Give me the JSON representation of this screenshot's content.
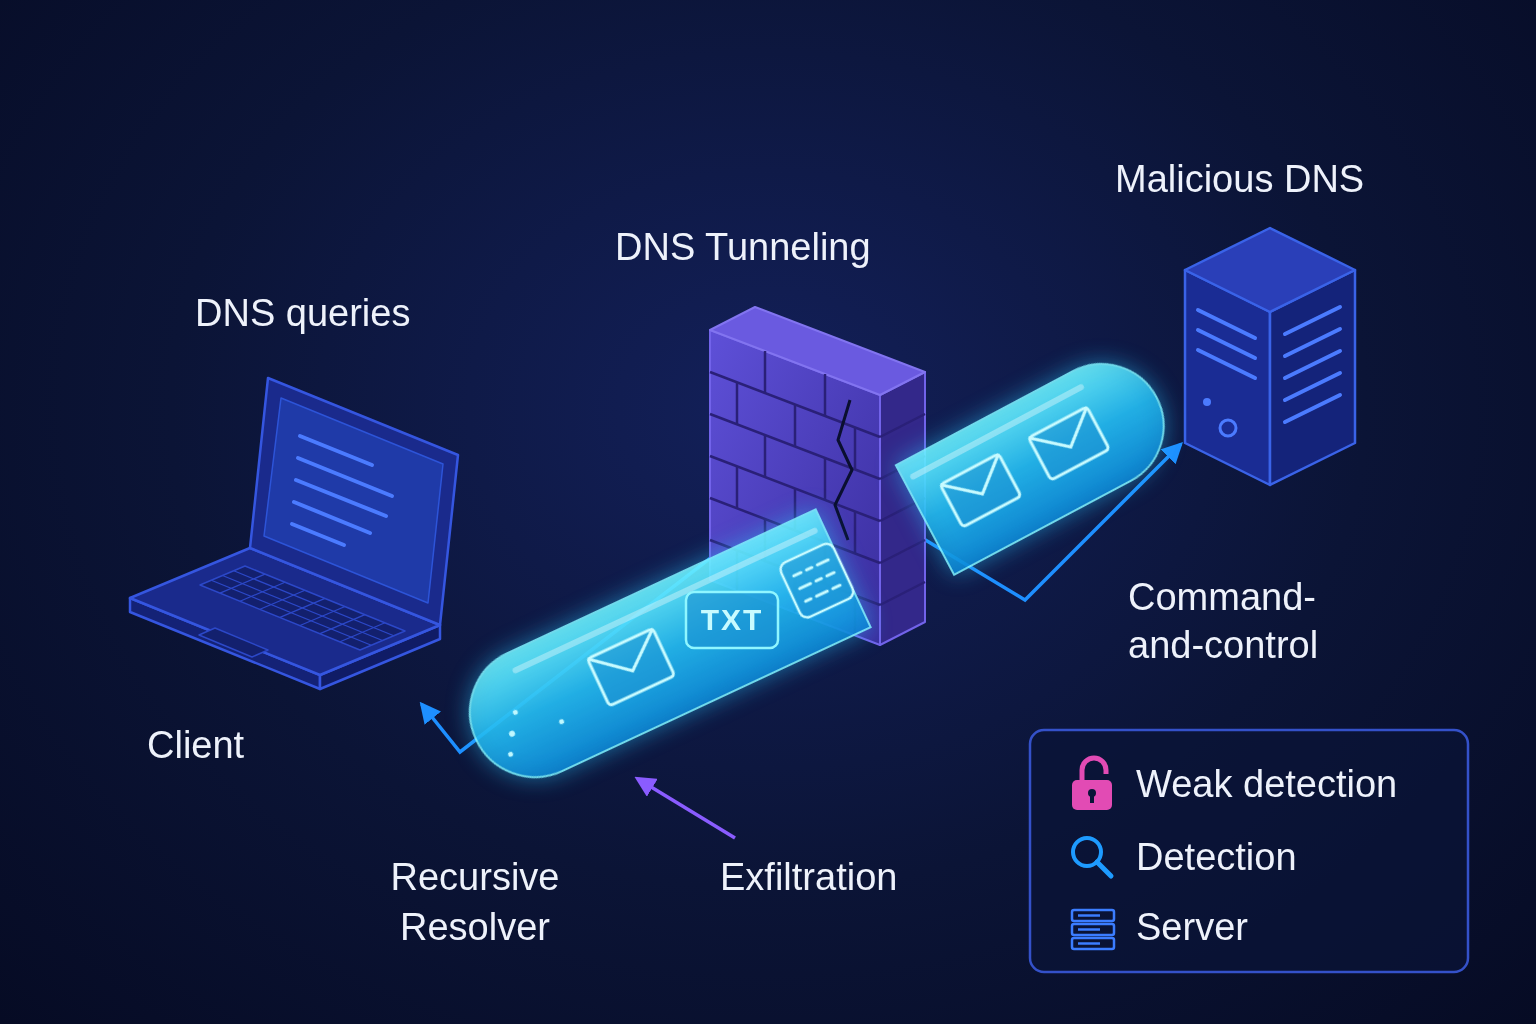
{
  "diagram": {
    "nodes": [
      {
        "text": [
          "DNS queries",
          "Client"
        ]
      },
      {
        "text": [
          "DNS Tunneling"
        ]
      },
      {
        "text": [
          "Malicious DNS"
        ]
      }
    ],
    "edges": [
      {
        "from": 1,
        "to": 0,
        "arrow": "to"
      },
      {
        "from": 1,
        "to": 2,
        "arrow": "to",
        "label": "Command- and-control"
      }
    ],
    "labels": [
      "TXT",
      "Recursive Resolver",
      "Exfiltration"
    ],
    "legend": [
      {
        "text": "Weak detection"
      },
      {
        "text": "Detection"
      },
      {
        "text": "Server"
      }
    ]
  }
}
